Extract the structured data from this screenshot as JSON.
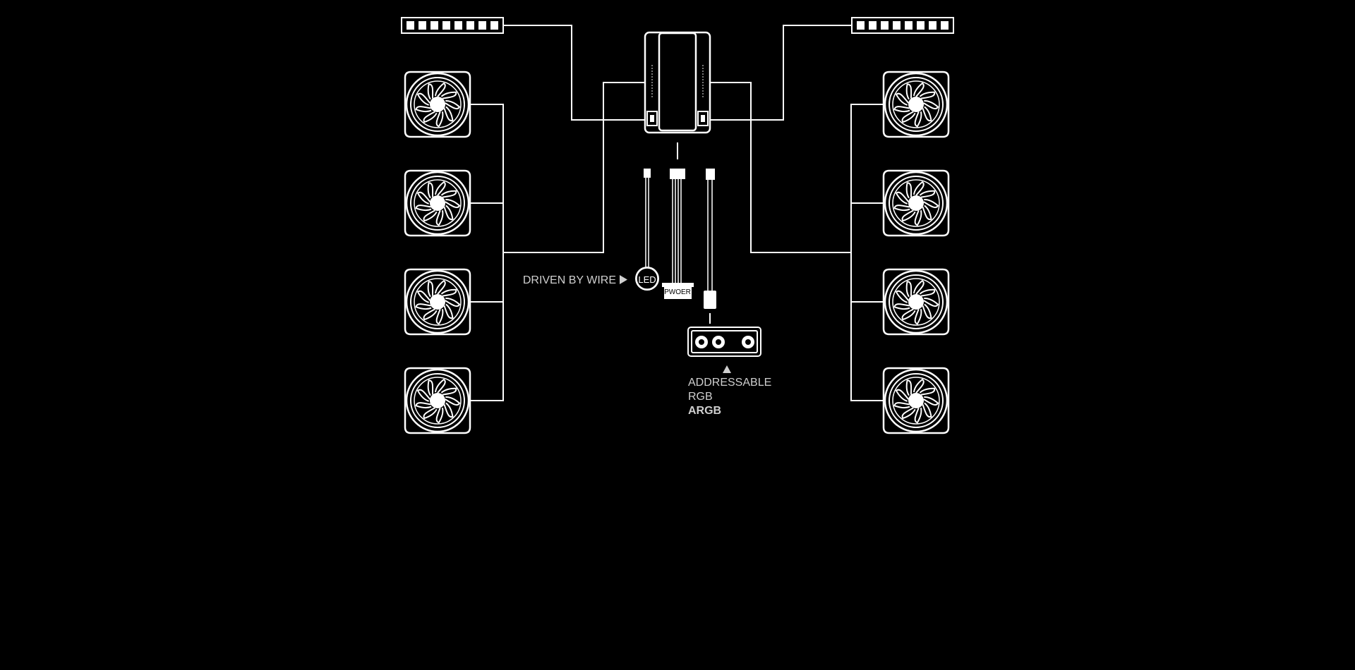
{
  "labels": {
    "driven_by_wire": "DRIVEN BY WIRE",
    "led": "LED",
    "power": "PWOER",
    "addressable": "ADDRESSABLE",
    "rgb": "RGB",
    "argb": "ARGB"
  },
  "fans": {
    "left": [
      "fan-icon",
      "fan-icon",
      "fan-icon",
      "fan-icon"
    ],
    "right": [
      "fan-icon",
      "fan-icon",
      "fan-icon",
      "fan-icon"
    ]
  },
  "led_strips": {
    "segments_per_strip": 8
  },
  "colors": {
    "background": "#000000",
    "line": "#ffffff",
    "label": "#cfcfcf"
  }
}
